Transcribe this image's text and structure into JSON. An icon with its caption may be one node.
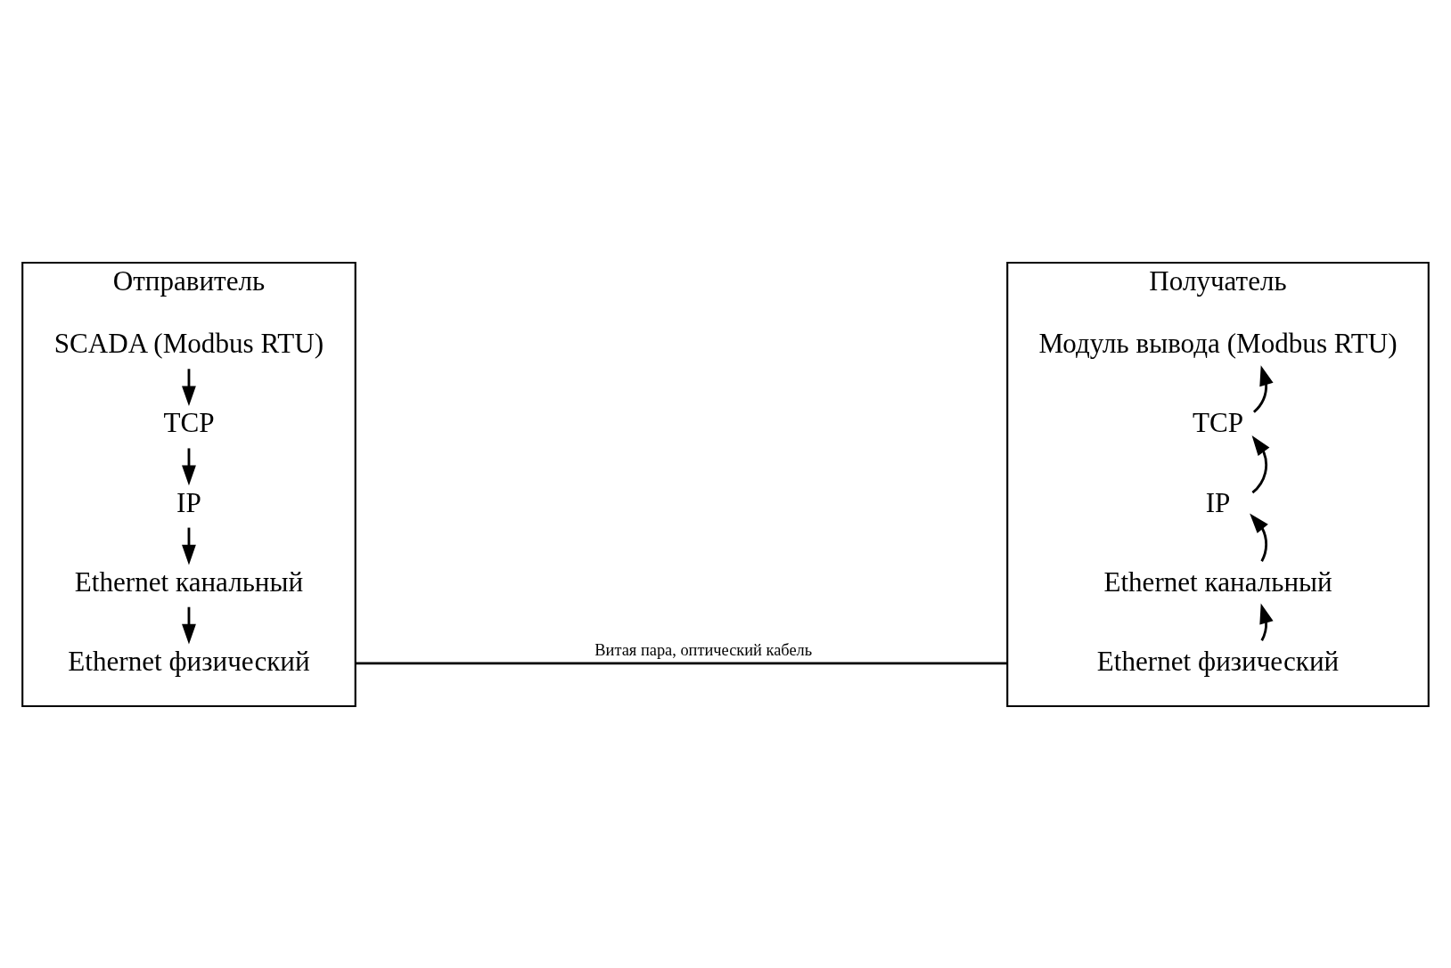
{
  "diagram": {
    "nodes": [
      {
        "text": [
          "Отправитель"
        ]
      },
      {
        "text": [
          "SCADA (Modbus RTU)"
        ],
        "in": 0
      },
      {
        "text": [
          "TCP"
        ],
        "in": 0
      },
      {
        "text": [
          "IP"
        ],
        "in": 0
      },
      {
        "text": [
          "Ethernet канальный"
        ],
        "in": 0
      },
      {
        "text": [
          "Ethernet физический"
        ],
        "in": 0
      },
      {
        "text": [
          "Получатель"
        ]
      },
      {
        "text": [
          "Модуль вывода (Modbus RTU)"
        ],
        "in": 6
      },
      {
        "text": [
          "TCP"
        ],
        "in": 6
      },
      {
        "text": [
          "IP"
        ],
        "in": 6
      },
      {
        "text": [
          "Ethernet канальный"
        ],
        "in": 6
      },
      {
        "text": [
          "Ethernet физический"
        ],
        "in": 6
      }
    ],
    "edges": [
      {
        "from": 1,
        "to": 2,
        "arrow": "to"
      },
      {
        "from": 2,
        "to": 3,
        "arrow": "to"
      },
      {
        "from": 3,
        "to": 4,
        "arrow": "to"
      },
      {
        "from": 4,
        "to": 5,
        "arrow": "to"
      },
      {
        "from": 11,
        "to": 10,
        "arrow": "to"
      },
      {
        "from": 10,
        "to": 9,
        "arrow": "to"
      },
      {
        "from": 9,
        "to": 8,
        "arrow": "to"
      },
      {
        "from": 8,
        "to": 7,
        "arrow": "to"
      },
      {
        "from": 0,
        "to": 6,
        "arrow": "none",
        "label": "Витая пара, оптический кабель"
      }
    ]
  }
}
